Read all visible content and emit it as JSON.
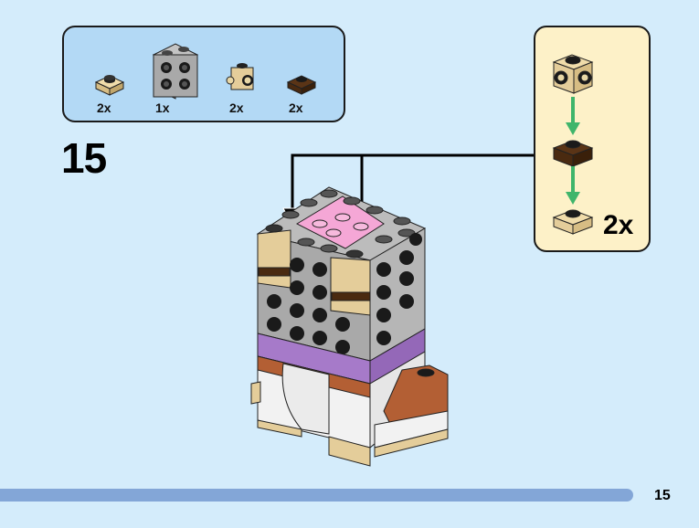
{
  "parts_list": {
    "items": [
      {
        "name": "tan-plate-1x1",
        "color": "#e4cd9a",
        "count": "2x"
      },
      {
        "name": "gray-brick-1x2-studs-side",
        "color": "#a9a9a9",
        "count": "1x"
      },
      {
        "name": "tan-brick-1x1-studs-sides",
        "color": "#e4cd9a",
        "count": "2x"
      },
      {
        "name": "dark-brown-plate-1x1",
        "color": "#4a2a10",
        "count": "2x"
      }
    ]
  },
  "step": {
    "number": "15"
  },
  "subassembly": {
    "count": "2x",
    "arrow_color": "#3fb56b"
  },
  "colors": {
    "background": "#d4ecfb",
    "parts_box": "#b3d9f5",
    "subassembly_box": "#fdf1c8",
    "progress": "#83a6d7",
    "gray": "#a9a9a9",
    "pink": "#f5a7d6",
    "tan": "#e4cd9a",
    "purple": "#a67ac9",
    "brown": "#b35f34",
    "white": "#f2f2f2"
  },
  "footer": {
    "page_number": "15",
    "progress_percent": 91
  }
}
